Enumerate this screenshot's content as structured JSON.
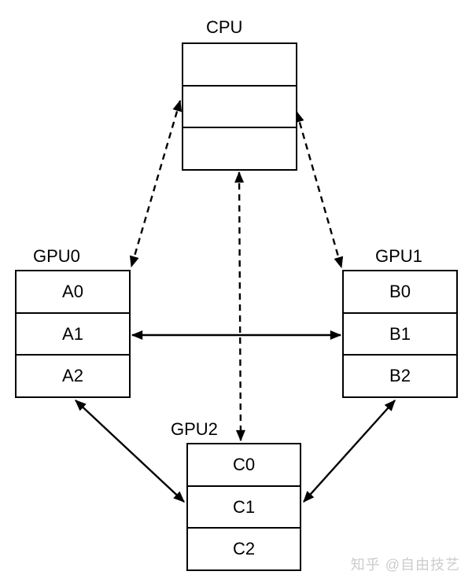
{
  "diagram": {
    "nodes": {
      "cpu": {
        "label": "CPU",
        "rows": [
          "",
          "",
          ""
        ]
      },
      "gpu0": {
        "label": "GPU0",
        "rows": [
          "A0",
          "A1",
          "A2"
        ]
      },
      "gpu1": {
        "label": "GPU1",
        "rows": [
          "B0",
          "B1",
          "B2"
        ]
      },
      "gpu2": {
        "label": "GPU2",
        "rows": [
          "C0",
          "C1",
          "C2"
        ]
      }
    },
    "edges": [
      {
        "from": "CPU",
        "to": "GPU0",
        "style": "dashed",
        "bidirectional": true
      },
      {
        "from": "CPU",
        "to": "GPU1",
        "style": "dashed",
        "bidirectional": true
      },
      {
        "from": "CPU",
        "to": "GPU2",
        "style": "dashed",
        "bidirectional": true
      },
      {
        "from": "GPU0",
        "to": "GPU1",
        "style": "solid",
        "bidirectional": true
      },
      {
        "from": "GPU0",
        "to": "GPU2",
        "style": "solid",
        "bidirectional": true
      },
      {
        "from": "GPU1",
        "to": "GPU2",
        "style": "solid",
        "bidirectional": true
      }
    ],
    "colors": {
      "line": "#000000",
      "background": "#ffffff",
      "watermark_text": "#cccccc"
    }
  },
  "watermark": {
    "text": "知乎 @自由技艺"
  }
}
